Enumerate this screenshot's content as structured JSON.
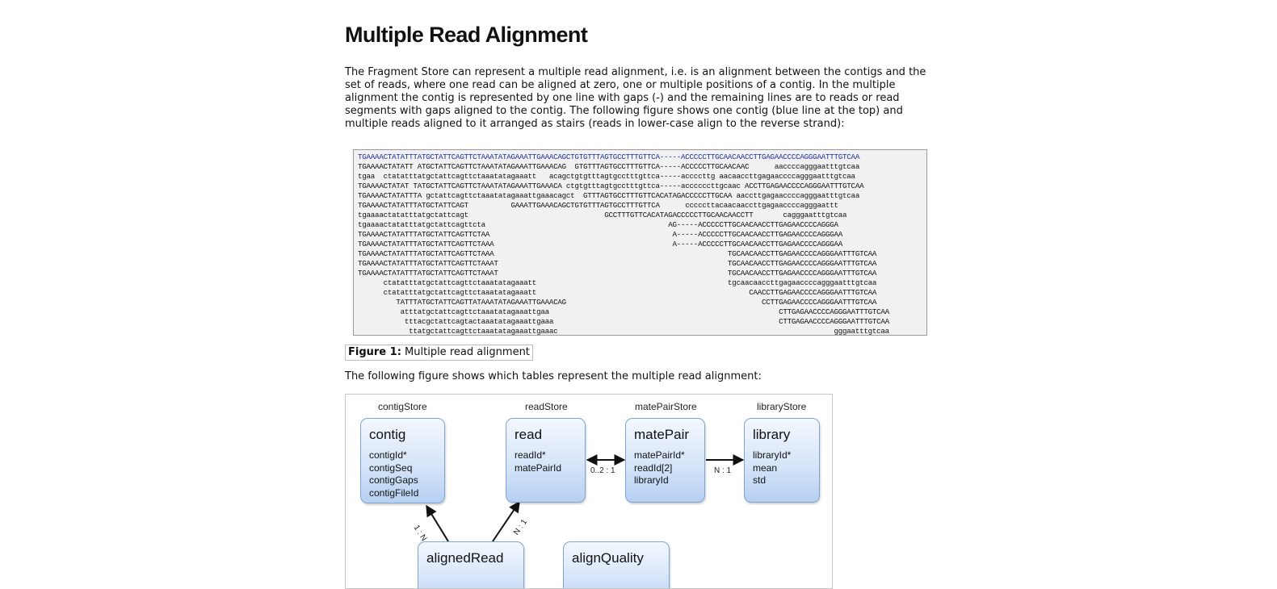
{
  "page": {
    "title": "Multiple Read Alignment",
    "intro": "The Fragment Store can represent a multiple read alignment, i.e. is an alignment between the contigs and the set of reads, where one read can be aligned at zero, one or multiple positions of a contig. In the multiple alignment the contig is represented by one line with gaps (-) and the remaining lines are to reads or read segments with gaps aligned to the contig. The following figure shows one contig (blue line at the top) and multiple reads aligned to it arranged as stairs (reads in lower-case align to the reverse strand):",
    "figure1": {
      "lines": [
        "TGAAAACTATATTTATGCTATTCAGTTCTAAATATAGAAATTGAAACAGCTGTGTTTAGTGCCTTTGTTCA-----ACCCCCTTGCAACAACCTTGAGAACCCCAGGGAATTTGTCAA",
        "TGAAAACTATATT ATGCTATTCAGTTCTAAATATAGAAATTGAAACAG  GTGTTTAGTGCCTTTGTTCA-----ACCCCCTTGCAACAAC      aaccccagggaatttgtcaa",
        "tgaa  ctatatttatgctattcagttctaaatatagaaatt   acagctgtgtttagtgcctttgttca-----accccttg aacaaccttgagaaccccagggaatttgtcaa",
        "TGAAAACTATAT TATGCTATTCAGTTCTAAATATAGAAATTGAAACA ctgtgtttagtgcctttgttca-----accccccttgcaac ACCTTGAGAACCCCAGGGAATTTGTCAA",
        "TGAAAACTATATTTA gctattcagttctaaatatagaaattgaaacagct  GTTTAGTGCCTTTGTTCACATAGACCCCCTTGCAA aaccttgagaaccccagggaatttgtcaa",
        "TGAAAACTATATTTATGCTATTCAGT          GAAATTGAAACAGCTGTGTTTAGTGCCTTTGTTCA      cccccttacaacaaccttgagaaccccagggaattt",
        "tgaaaactatatttatgctattcagt                                GCCTTTGTTCACATAGACCCCCTTGCAACAACCTT       cagggaatttgtcaa",
        "tgaaaactatatttatgctattcagttcta                                           AG-----ACCCCCTTGCAACAACCTTGAGAACCCCAGGGA",
        "TGAAAACTATATTTATGCTATTCAGTTCTAA                                           A-----ACCCCCTTGCAACAACCTTGAGAACCCCAGGGAA",
        "TGAAAACTATATTTATGCTATTCAGTTCTAAA                                          A-----ACCCCCTTGCAACAACCTTGAGAACCCCAGGGAA",
        "TGAAAACTATATTTATGCTATTCAGTTCTAAA                                                       TGCAACAACCTTGAGAACCCCAGGGAATTTGTCAA",
        "TGAAAACTATATTTATGCTATTCAGTTCTAAAT                                                      TGCAACAACCTTGAGAACCCCAGGGAATTTGTCAA",
        "TGAAAACTATATTTATGCTATTCAGTTCTAAAT                                                      TGCAACAACCTTGAGAACCCCAGGGAATTTGTCAA",
        "      ctatatttatgctattcagttctaaatatagaaatt                                             tgcaacaaccttgagaaccccagggaatttgtcaa",
        "      ctatatttatgctattcagttctaaatatagaaatt                                                  CAACCTTGAGAACCCCAGGGAATTTGTCAA",
        "         TATTTATGCTATTCAGTTATAAATATAGAAATTGAAACAG                                              CCTTGAGAACCCCAGGGAATTTGTCAA",
        "          atttatgctattcagttctaaatatagaaattgaa                                                      CTTGAGAACCCCAGGGAATTTGTCAA",
        "           tttacgctattcagtactaaatatagaaattgaaa                                                     CTTGAGAACCCCAGGGAATTTGTCAA",
        "            ttatgctattcagttctaaatatagaaattgaaac                                                                 gggaatttgtcaa"
      ],
      "caption_label": "Figure 1:",
      "caption_text": "Multiple read alignment"
    },
    "para2": "The following figure shows which tables represent the multiple read alignment:",
    "diagram": {
      "stores": [
        "contigStore",
        "readStore",
        "matePairStore",
        "libraryStore"
      ],
      "tables": {
        "contig": {
          "title": "contig",
          "fields": [
            "contigId*",
            "contigSeq",
            "contigGaps",
            "contigFileId"
          ]
        },
        "read": {
          "title": "read",
          "fields": [
            "readId*",
            "matePairId"
          ]
        },
        "matepair": {
          "title": "matePair",
          "fields": [
            "matePairId*",
            "readId[2]",
            "libraryId"
          ]
        },
        "library": {
          "title": "library",
          "fields": [
            "libraryId*",
            "mean",
            "std"
          ]
        },
        "alignedread": {
          "title": "alignedRead"
        },
        "alignquality": {
          "title": "alignQuality"
        }
      },
      "relations": {
        "read_matepair": "0..2 : 1",
        "matepair_library": "N : 1",
        "aligned_contig": "1 : N",
        "aligned_read": "N : 1"
      }
    }
  }
}
